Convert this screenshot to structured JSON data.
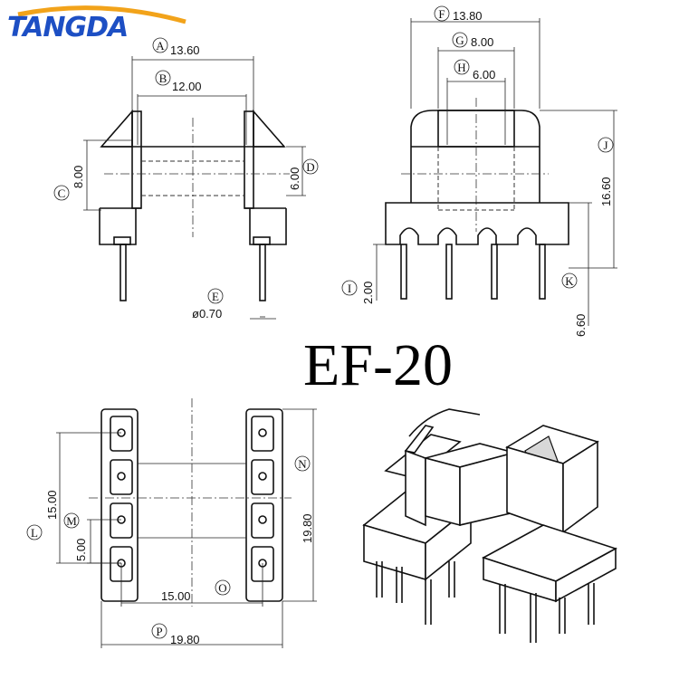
{
  "brand": {
    "name": "TANGDA",
    "accent_color": "#1d4fc4",
    "swoosh_color": "#f2a31a"
  },
  "title": "EF-20",
  "views": {
    "front": {
      "dims": [
        {
          "letter": "A",
          "value": "13.60"
        },
        {
          "letter": "B",
          "value": "12.00"
        },
        {
          "letter": "C",
          "value": "8.00"
        },
        {
          "letter": "D",
          "value": "6.00"
        },
        {
          "letter": "E",
          "value": "ø0.70"
        }
      ]
    },
    "side": {
      "dims": [
        {
          "letter": "F",
          "value": "13.80"
        },
        {
          "letter": "G",
          "value": "8.00"
        },
        {
          "letter": "H",
          "value": "6.00"
        },
        {
          "letter": "I",
          "value": "2.00"
        },
        {
          "letter": "J",
          "value": "16.60"
        },
        {
          "letter": "K",
          "value": "6.60"
        }
      ]
    },
    "bottom": {
      "dims": [
        {
          "letter": "L",
          "value": "15.00"
        },
        {
          "letter": "M",
          "value": "5.00"
        },
        {
          "letter": "N",
          "value": "19.80"
        },
        {
          "letter": "O",
          "value": "15.00"
        },
        {
          "letter": "P",
          "value": "19.80"
        }
      ]
    },
    "iso": {
      "depicts": "EF-20 bobbin isometric view"
    }
  }
}
